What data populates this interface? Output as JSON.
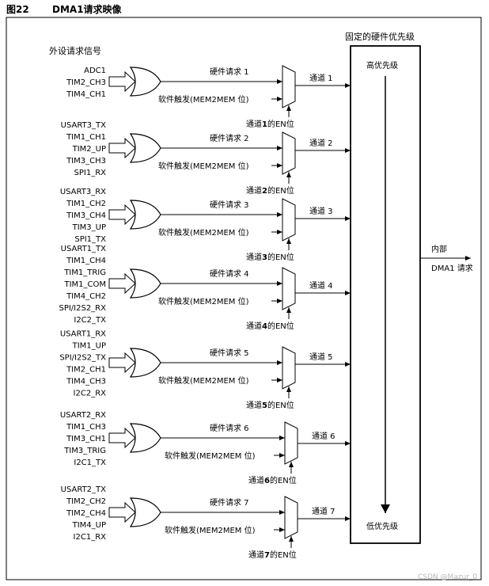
{
  "figure": {
    "number": "图22",
    "title": "DMA1请求映像"
  },
  "labels": {
    "peripheral_signals": "外设请求信号",
    "fixed_priority": "固定的硬件优先级",
    "high_priority": "高优先级",
    "low_priority": "低优先级",
    "output_line1": "内部",
    "output_line2": "DMA1 请求"
  },
  "channels": [
    {
      "inputs": [
        "ADC1",
        "TIM2_CH3",
        "TIM4_CH1"
      ],
      "hw_request": "硬件请求 1",
      "sw_trigger": "软件触发(MEM2MEM 位)",
      "en_prefix": "通道",
      "en_num": "1",
      "en_suffix": "的EN位",
      "channel_out": "通道 1"
    },
    {
      "inputs": [
        "USART3_TX",
        "TIM1_CH1",
        "TIM2_UP",
        "TIM3_CH3",
        "SPI1_RX"
      ],
      "hw_request": "硬件请求 2",
      "sw_trigger": "软件触发(MEM2MEM 位)",
      "en_prefix": "通道",
      "en_num": "2",
      "en_suffix": "的EN位",
      "channel_out": "通道 2"
    },
    {
      "inputs": [
        "USART3_RX",
        "TIM1_CH2",
        "TIM3_CH4",
        "TIM3_UP",
        "SPI1_TX"
      ],
      "hw_request": "硬件请求 3",
      "sw_trigger": "软件触发(MEM2MEM 位)",
      "en_prefix": "通道",
      "en_num": "3",
      "en_suffix": "的EN位",
      "channel_out": "通道 3"
    },
    {
      "inputs": [
        "USART1_TX",
        "TIM1_CH4",
        "TIM1_TRIG",
        "TIM1_COM",
        "TIM4_CH2",
        "SPI/I2S2_RX",
        "I2C2_TX"
      ],
      "hw_request": "硬件请求 4",
      "sw_trigger": "软件触发(MEM2MEM 位)",
      "en_prefix": "通道",
      "en_num": "4",
      "en_suffix": "的EN位",
      "channel_out": "通道 4"
    },
    {
      "inputs": [
        "USART1_RX",
        "TIM1_UP",
        "SPI/I2S2_TX",
        "TIM2_CH1",
        "TIM4_CH3",
        "I2C2_RX"
      ],
      "hw_request": "硬件请求 5",
      "sw_trigger": "软件触发(MEM2MEM 位)",
      "en_prefix": "通道",
      "en_num": "5",
      "en_suffix": "的EN位",
      "channel_out": "通道 5"
    },
    {
      "inputs": [
        "USART2_RX",
        "TIM1_CH3",
        "TIM3_CH1",
        "TIM3_TRIG",
        "I2C1_TX"
      ],
      "hw_request": "硬件请求 6",
      "sw_trigger": "软件触发(MEM2MEM 位)",
      "en_prefix": "通道",
      "en_num": "6",
      "en_suffix": "的EN位",
      "channel_out": "通道 6"
    },
    {
      "inputs": [
        "USART2_TX",
        "TIM2_CH2",
        "TIM2_CH4",
        "TIM4_UP",
        "I2C1_RX"
      ],
      "hw_request": "硬件请求 7",
      "sw_trigger": "软件触发(MEM2MEM 位)",
      "en_prefix": "通道",
      "en_num": "7",
      "en_suffix": "的EN位",
      "channel_out": "通道 7"
    }
  ],
  "watermark": "CSDN @Mazur_0"
}
